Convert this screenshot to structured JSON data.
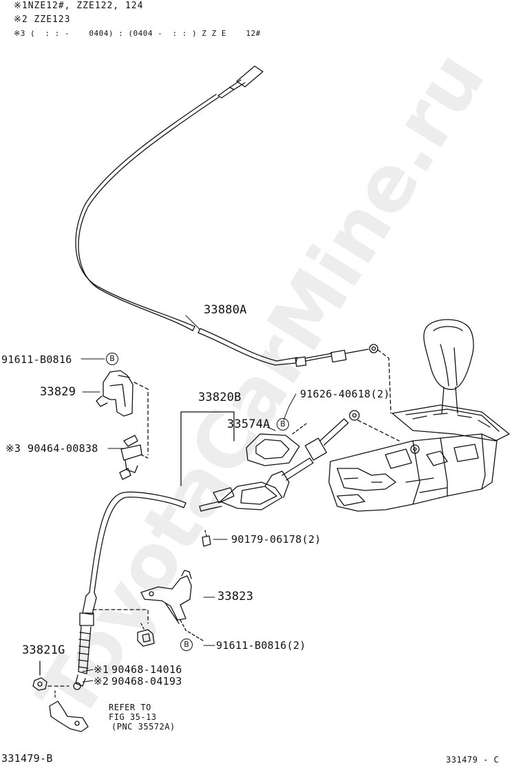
{
  "notes": [
    "※1NZE12#, ZZE122, 124",
    "※2 ZZE123",
    "※3 (  : : -    0404) : (0404 -  : : ) Z Z E    12#"
  ],
  "callout_symbol": "B",
  "parts": {
    "p33880A": "33880A",
    "p91611_1": "91611-B0816",
    "p33829": "33829",
    "p33820B": "33820B",
    "p91626": "91626-40618(2)",
    "p33574A": "33574A",
    "mark3": "※3",
    "p90464": "90464-00838",
    "p90179": "90179-06178(2)",
    "p33823": "33823",
    "p91611_2": "91611-B0816(2)",
    "p33821G": "33821G",
    "mark1": "※1",
    "p90468_1": "90468-14016",
    "mark2": "※2",
    "p90468_2": "90468-04193"
  },
  "refer": {
    "line1": "REFER TO",
    "line2": "FIG 35-13",
    "line3": "(PNC 35572A)"
  },
  "footer": {
    "left": "331479-B",
    "right": "331479 - C"
  },
  "watermark": "ToyotaCarMine.ru"
}
